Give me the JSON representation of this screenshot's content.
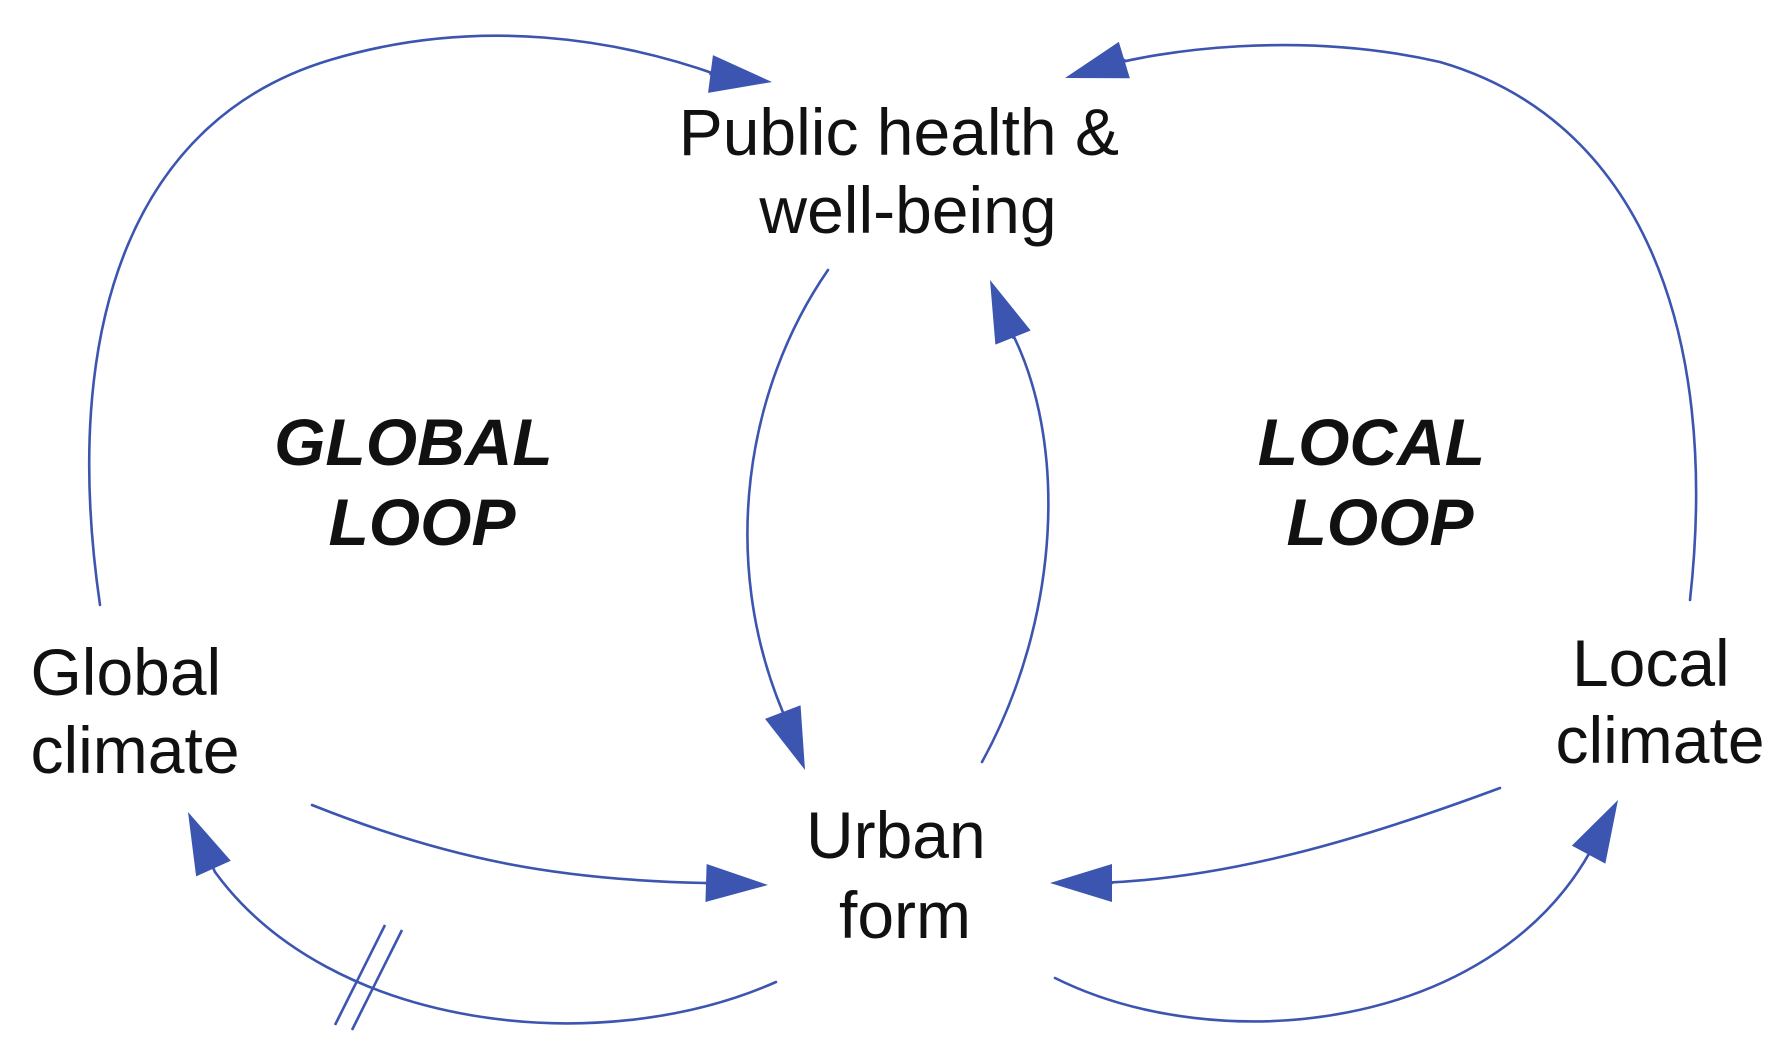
{
  "nodes": {
    "public_health": {
      "line1": "Public health &",
      "line2": "well-being"
    },
    "urban_form": {
      "line1": "Urban",
      "line2": "form"
    },
    "global_climate": {
      "line1": "Global",
      "line2": "climate"
    },
    "local_climate": {
      "line1": "Local",
      "line2": "climate"
    }
  },
  "loops": {
    "global": {
      "line1": "GLOBAL",
      "line2": "LOOP"
    },
    "local": {
      "line1": "LOCAL",
      "line2": "LOOP"
    }
  },
  "links": [
    {
      "from": "Global climate",
      "to": "Public health & well-being"
    },
    {
      "from": "Local climate",
      "to": "Public health & well-being"
    },
    {
      "from": "Public health & well-being",
      "to": "Urban form"
    },
    {
      "from": "Urban form",
      "to": "Public health & well-being"
    },
    {
      "from": "Global climate",
      "to": "Urban form"
    },
    {
      "from": "Urban form",
      "to": "Global climate",
      "delay": true
    },
    {
      "from": "Local climate",
      "to": "Urban form"
    },
    {
      "from": "Urban form",
      "to": "Local climate"
    }
  ],
  "colors": {
    "link": "#3b55b0",
    "arrowhead": "#3b55b0",
    "text": "#111111",
    "background": "#ffffff"
  }
}
